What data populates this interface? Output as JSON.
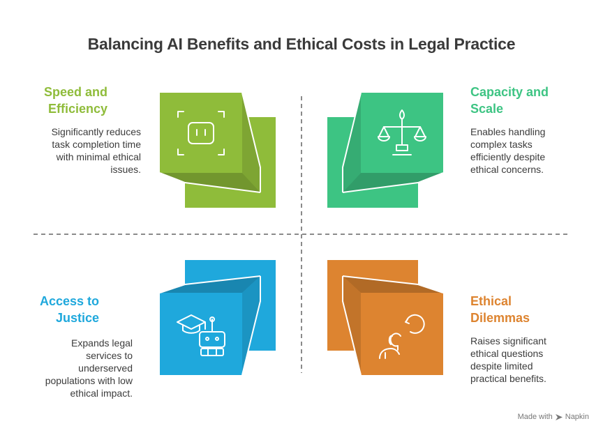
{
  "title": "Balancing AI Benefits and Ethical Costs in Legal Practice",
  "quadrants": {
    "top_left": {
      "heading_line1": "Speed and",
      "heading_line2": "Efficiency",
      "desc_lines": [
        "Significantly reduces",
        "task completion time",
        "with minimal ethical",
        "issues."
      ],
      "color": "#8fbc3a",
      "icon": "robot-face-icon"
    },
    "top_right": {
      "heading_line1": "Capacity and",
      "heading_line2": "Scale",
      "desc_lines": [
        "Enables handling",
        "complex tasks",
        "efficiently despite",
        "ethical concerns."
      ],
      "color": "#3dc483",
      "icon": "balance-scale-icon"
    },
    "bottom_left": {
      "heading_line1": "Access to",
      "heading_line2": "Justice",
      "desc_lines": [
        "Expands legal",
        "services to",
        "underserved",
        "populations with low",
        "ethical impact."
      ],
      "color": "#1fa8dc",
      "icon": "graduation-robot-icon"
    },
    "bottom_right": {
      "heading_line1": "Ethical",
      "heading_line2": "Dilemmas",
      "desc_lines": [
        "Raises significant",
        "ethical questions",
        "despite limited",
        "practical benefits."
      ],
      "color": "#dd8430",
      "icon": "person-thinking-icon"
    }
  },
  "watermark": {
    "text": "Made with",
    "brand": "Napkin"
  }
}
